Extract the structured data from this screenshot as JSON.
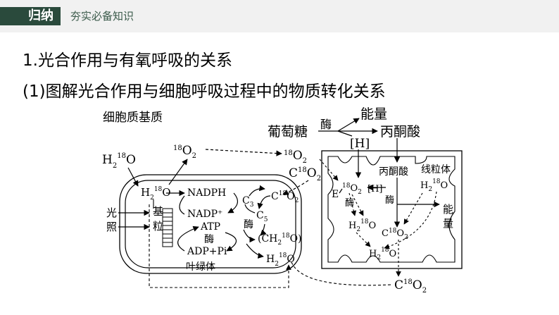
{
  "header": {
    "tab": "归纳",
    "subtitle": "夯实必备知识"
  },
  "heading1": "1.光合作用与有氧呼吸的关系",
  "heading2": "(1)图解光合作用与细胞呼吸过程中的物质转化关系",
  "diagram": {
    "cytoplasm_label": "细胞质基质",
    "glucose": "葡萄糖",
    "enzyme": "酶",
    "energy": "能量",
    "pyruvate": "丙酮酸",
    "hydrogen": "[H]",
    "light": "光",
    "shine": "照",
    "grana_1": "基",
    "grana_2": "粒",
    "nadph": "NADPH",
    "nadp": "NADP⁺",
    "atp": "ATP",
    "adp": "ADP+Pi",
    "chloroplast": "叶绿体",
    "mitochondrion": "线粒体",
    "mito_pyruvate": "丙酮酸",
    "energy_1": "能",
    "energy_2": "量",
    "e_letter": "E"
  }
}
